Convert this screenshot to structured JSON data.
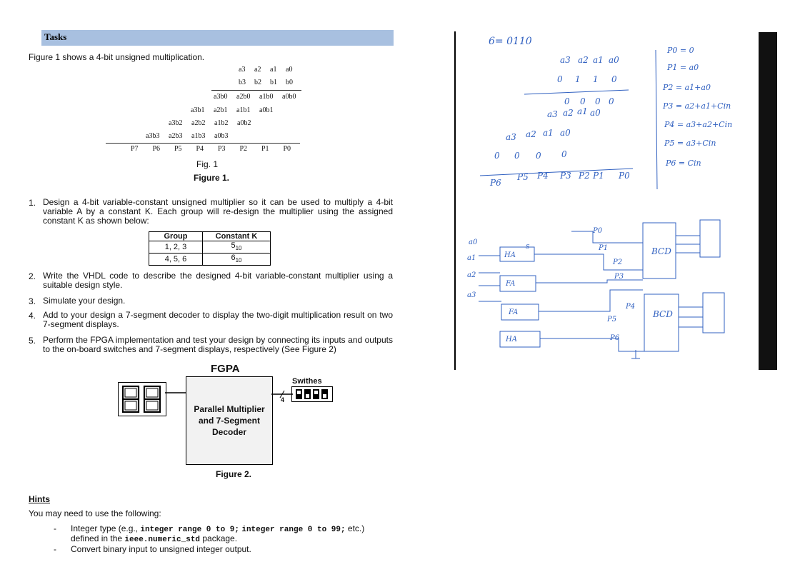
{
  "tasks": {
    "title": "Tasks",
    "intro": "Figure 1 shows a 4-bit unsigned multiplication.",
    "figure1": {
      "row_a": [
        "a3",
        "a2",
        "a1",
        "a0"
      ],
      "row_b": [
        "b3",
        "b2",
        "b1",
        "b0"
      ],
      "pp0": [
        "a3b0",
        "a2b0",
        "a1b0",
        "a0b0"
      ],
      "pp1": [
        "a3b1",
        "a2b1",
        "a1b1",
        "a0b1"
      ],
      "pp2": [
        "a3b2",
        "a2b2",
        "a1b2",
        "a0b2"
      ],
      "pp3": [
        "a3b3",
        "a2b3",
        "a1b3",
        "a0b3"
      ],
      "products": [
        "P7",
        "P6",
        "P5",
        "P4",
        "P3",
        "P2",
        "P1",
        "P0"
      ],
      "fig_label": "Fig. 1",
      "caption": "Figure 1."
    },
    "items": [
      {
        "num": "1.",
        "text": "Design a 4-bit variable-constant unsigned multiplier so it can be used to multiply a 4-bit variable A by a constant K. Each group will re-design the multiplier using the assigned constant K as shown below:"
      },
      {
        "num": "2.",
        "text": "Write the VHDL code to describe the designed 4-bit variable-constant multiplier using a suitable design style."
      },
      {
        "num": "3.",
        "text": "Simulate your design."
      },
      {
        "num": "4.",
        "text": "Add to your design a 7-segment decoder to display the two-digit multiplication result on two 7-segment displays."
      },
      {
        "num": "5.",
        "text": "Perform the FPGA implementation and test your design by connecting its inputs and outputs to the on-board switches and 7-segment displays, respectively (See Figure 2)"
      }
    ],
    "table": {
      "headers": [
        "Group",
        "Constant K"
      ],
      "rows": [
        [
          "1, 2, 3",
          "5",
          "10"
        ],
        [
          "4, 5, 6",
          "6",
          "10"
        ]
      ]
    },
    "figure2": {
      "title": "FGPA",
      "block_line1": "Parallel Multiplier",
      "block_line2": "and 7-Segment",
      "block_line3": "Decoder",
      "switches_label": "Swithes",
      "bus_width": "4",
      "display_digits": "88",
      "caption": "Figure 2."
    },
    "hints": {
      "heading": "Hints",
      "intro": "You may need to use the following:",
      "bullet1_pre": "Integer type (e.g., ",
      "bullet1_code1": "integer range 0 to 9;",
      "bullet1_code2": "integer range 0 to 99;",
      "bullet1_post": " etc.)",
      "bullet1_line2_pre": "defined in the ",
      "bullet1_line2_code": "ieee.numeric_std",
      "bullet1_line2_post": " package.",
      "bullet2": "Convert binary input to unsigned integer output.",
      "dash": "-"
    }
  },
  "handwritten": {
    "header": "6= 0110",
    "top_row": [
      "a3",
      "a2",
      "a1",
      "a0"
    ],
    "k_bits": [
      "0",
      "1",
      "1",
      "0"
    ],
    "zeros": [
      "0",
      "0",
      "0",
      "0"
    ],
    "row2": [
      "a3",
      "a2",
      "a1",
      "a0"
    ],
    "row3": [
      "a3",
      "a2",
      "a1",
      "a0"
    ],
    "row4": [
      "0",
      "0",
      "0",
      "0"
    ],
    "products": [
      "P6",
      "P5",
      "P4",
      "P3",
      "P2",
      "P1",
      "P0"
    ],
    "equations": [
      "P0 = 0",
      "P1 = a0",
      "P2 = a1+a0",
      "P3 = a2+a1+Cin",
      "P4 = a3+a2+Cin",
      "P5 = a3+Cin",
      "P6 = Cin"
    ],
    "gates": [
      "HA",
      "FA",
      "FA",
      "HA"
    ],
    "bcd": [
      "BCD",
      "BCD"
    ],
    "inputs": [
      "a0",
      "a1",
      "a2",
      "a3"
    ],
    "circuit_outputs": [
      "P0",
      "P1",
      "P2",
      "P3",
      "P4",
      "P5",
      "P6"
    ],
    "s_label": "S"
  }
}
